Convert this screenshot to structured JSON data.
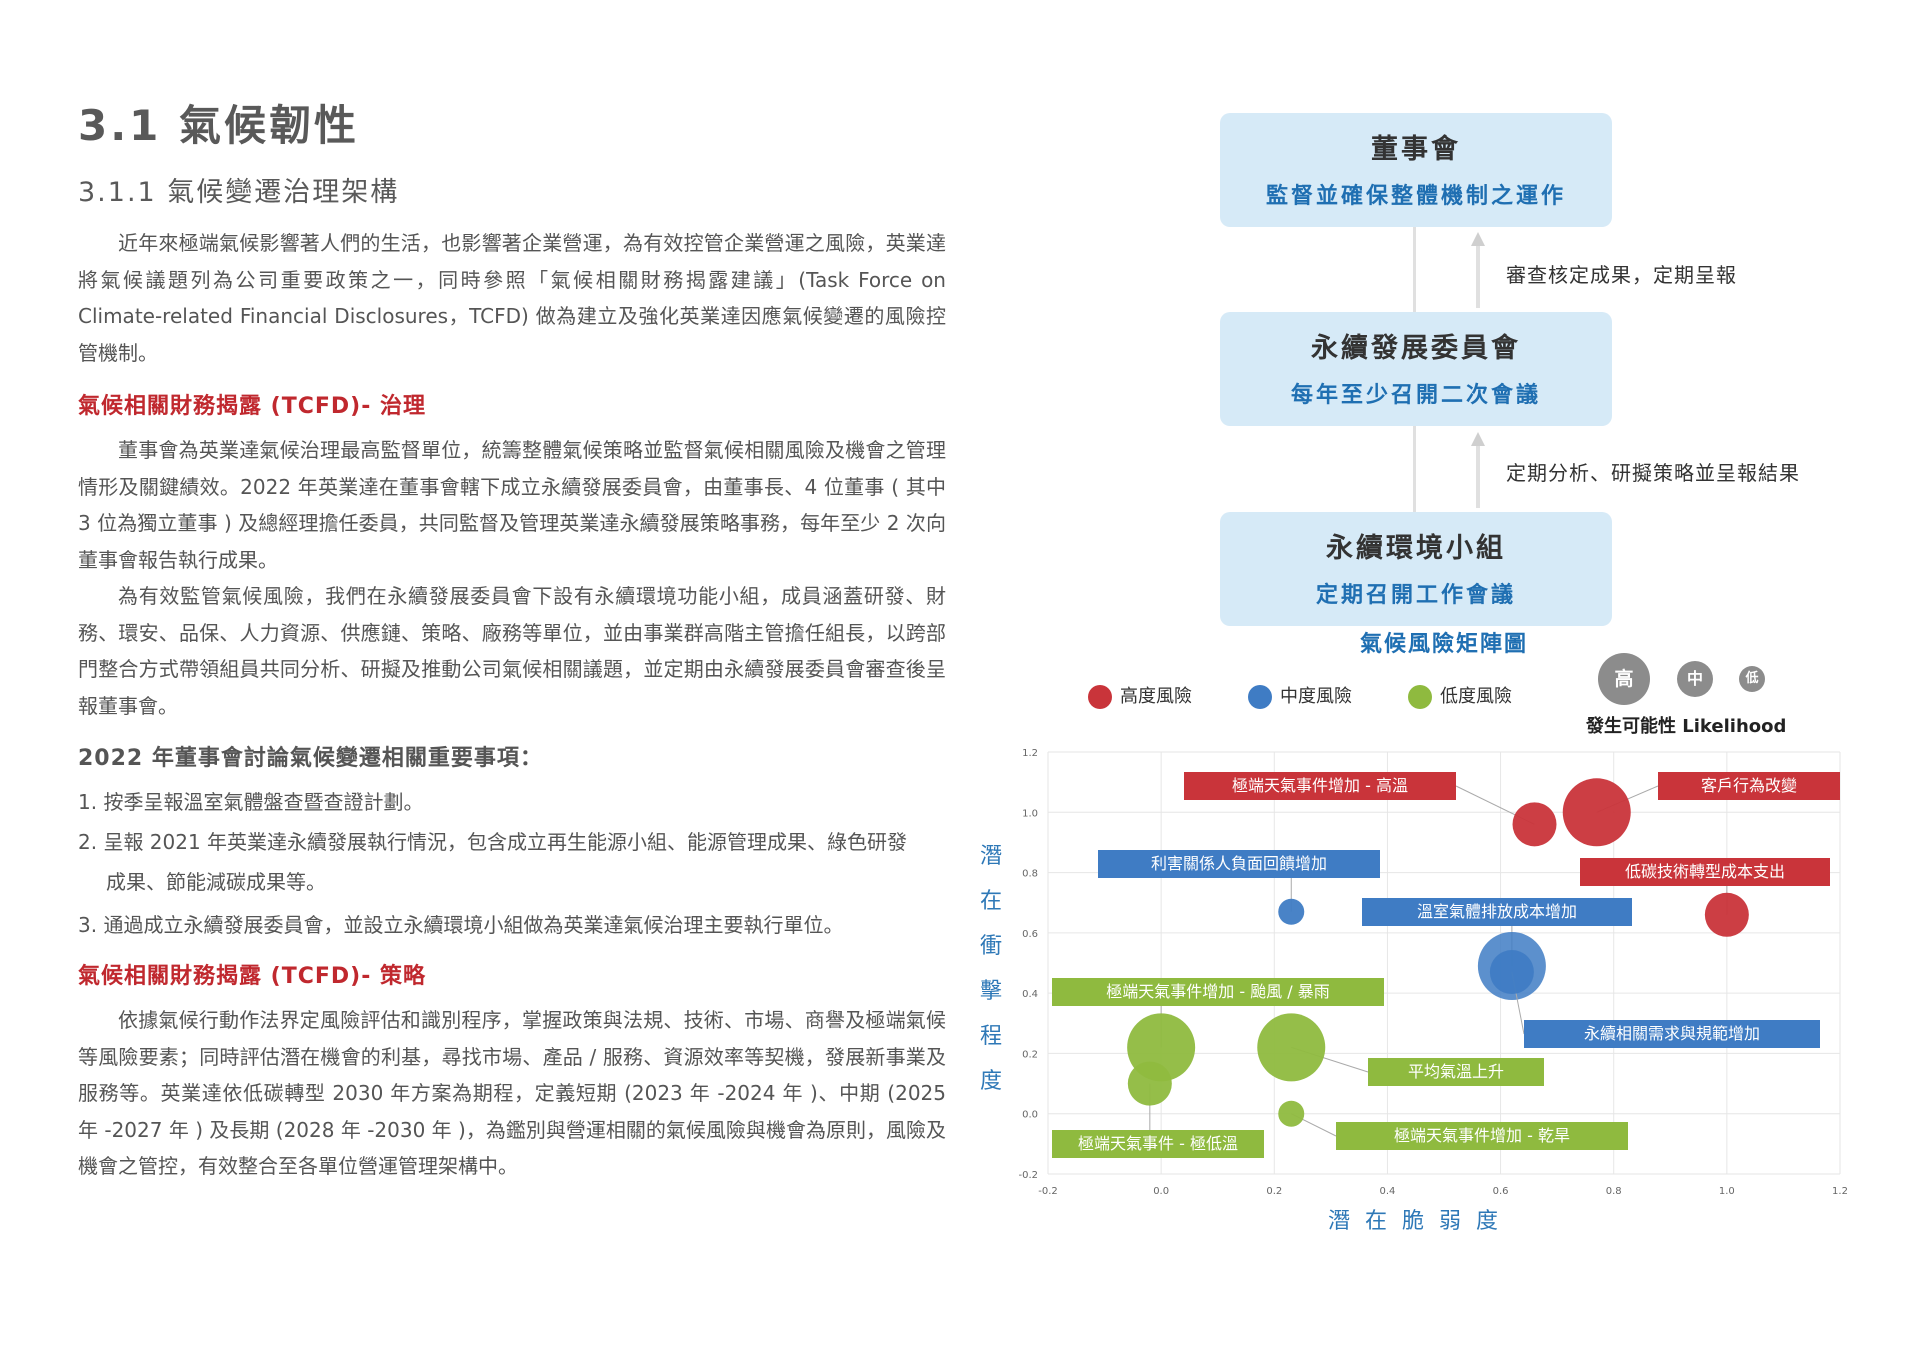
{
  "section_title": "3.1 氣候韌性",
  "subsection_title": "3.1.1 氣候變遷治理架構",
  "intro_paragraph": "近年來極端氣候影響著人們的生活，也影響著企業營運，為有效控管企業營運之風險，英業達將氣候議題列為公司重要政策之一，同時參照「氣候相關財務揭露建議」(Task Force on Climate-related Financial Disclosures，TCFD) 做為建立及強化英業達因應氣候變遷的風險控管機制。",
  "governance_heading": "氣候相關財務揭露 (TCFD)- 治理",
  "governance_paragraph_1": "董事會為英業達氣候治理最高監督單位，統籌整體氣候策略並監督氣候相關風險及機會之管理情形及關鍵績效。2022 年英業達在董事會轄下成立永續發展委員會，由董事長、4 位董事 ( 其中 3 位為獨立董事 ) 及總經理擔任委員，共同監督及管理英業達永續發展策略事務，每年至少 2 次向董事會報告執行成果。",
  "governance_paragraph_2": "為有效監管氣候風險，我們在永續發展委員會下設有永續環境功能小組，成員涵蓋研發、財務、環安、品保、人力資源、供應鏈、策略、廠務等單位，並由事業群高階主管擔任組長，以跨部門整合方式帶領組員共同分析、研擬及推動公司氣候相關議題，並定期由永續發展委員會審查後呈報董事會。",
  "meeting_heading": "2022 年董事會討論氣候變遷相關重要事項：",
  "meeting_items": {
    "item1": "1. 按季呈報溫室氣體盤查暨查證計劃。",
    "item2_line1": "2. 呈報 2021 年英業達永續發展執行情況，包含成立再生能源小組、能源管理成果、綠色研發",
    "item2_line2": "成果、節能減碳成果等。",
    "item3": "3. 通過成立永續發展委員會，並設立永續環境小組做為英業達氣候治理主要執行單位。"
  },
  "strategy_heading": "氣候相關財務揭露 (TCFD)- 策略",
  "strategy_paragraph": "依據氣候行動作法界定風險評估和識別程序，掌握政策與法規、技術、市場、商譽及極端氣候等風險要素；同時評估潛在機會的利基，尋找市場、產品 / 服務、資源效率等契機，發展新事業及服務等。英業達依低碳轉型 2030 年方案為期程，定義短期 (2023 年 -2024 年 )、中期 (2025 年 -2027 年 ) 及長期 (2028 年 -2030 年 )，為鑑別與營運相關的氣候風險與機會為原則，風險及機會之管控，有效整合至各單位營運管理架構中。",
  "org_chart": {
    "board_title": "董事會",
    "board_subtitle": "監督並確保整體機制之運作",
    "committee_title": "永續發展委員會",
    "committee_subtitle": "每年至少召開二次會議",
    "group_title": "永續環境小組",
    "group_subtitle": "定期召開工作會議",
    "note_upper": "審查核定成果，定期呈報",
    "note_lower": "定期分析、研擬策略並呈報結果"
  },
  "colors": {
    "high": "#c9343a",
    "medium": "#3f7cc4",
    "low": "#8fba3f",
    "accent_red": "#c0282e",
    "accent_blue": "#1f6fb2"
  },
  "matrix": {
    "title": "氣候風險矩陣圖",
    "legend": {
      "high": "高度風險",
      "medium": "中度風險",
      "low": "低度風險"
    },
    "likelihood": {
      "high": "高",
      "medium": "中",
      "low": "低",
      "caption": "發生可能性 Likelihood"
    },
    "y_title": "潛在衝擊程度",
    "x_title": "潛在脆弱度"
  },
  "chart_data": {
    "type": "scatter",
    "title": "氣候風險矩陣圖",
    "xlabel": "潛在脆弱度",
    "ylabel": "潛在衝擊程度",
    "xlim": [
      -0.2,
      1.2
    ],
    "ylim": [
      -0.2,
      1.2
    ],
    "xticks": [
      "-0.2",
      "0.0",
      "0.2",
      "0.4",
      "0.6",
      "0.8",
      "1.0",
      "1.2"
    ],
    "yticks": [
      "-0.2",
      "0.0",
      "0.2",
      "0.4",
      "0.6",
      "0.8",
      "1.0",
      "1.2"
    ],
    "grid": true,
    "points": [
      {
        "label": "極端天氣事件增加 - 高溫",
        "x": 0.66,
        "y": 0.96,
        "risk": "high",
        "likelihood": "medium"
      },
      {
        "label": "客戶行為改變",
        "x": 0.77,
        "y": 1.0,
        "risk": "high",
        "likelihood": "high"
      },
      {
        "label": "低碳技術轉型成本支出",
        "x": 1.0,
        "y": 0.66,
        "risk": "high",
        "likelihood": "medium"
      },
      {
        "label": "利害關係人負面回饋增加",
        "x": 0.23,
        "y": 0.67,
        "risk": "medium",
        "likelihood": "low"
      },
      {
        "label": "溫室氣體排放成本增加",
        "x": 0.62,
        "y": 0.49,
        "risk": "medium",
        "likelihood": "high"
      },
      {
        "label": "永續相關需求與規範增加",
        "x": 0.62,
        "y": 0.47,
        "risk": "medium",
        "likelihood": "medium"
      },
      {
        "label": "極端天氣事件增加 - 颱風 / 暴雨",
        "x": 0.0,
        "y": 0.22,
        "risk": "low",
        "likelihood": "high"
      },
      {
        "label": "極端天氣事件 - 極低溫",
        "x": -0.02,
        "y": 0.1,
        "risk": "low",
        "likelihood": "medium"
      },
      {
        "label": "平均氣溫上升",
        "x": 0.23,
        "y": 0.22,
        "risk": "low",
        "likelihood": "high"
      },
      {
        "label": "極端天氣事件增加 - 乾旱",
        "x": 0.23,
        "y": 0.0,
        "risk": "low",
        "likelihood": "low"
      }
    ]
  }
}
